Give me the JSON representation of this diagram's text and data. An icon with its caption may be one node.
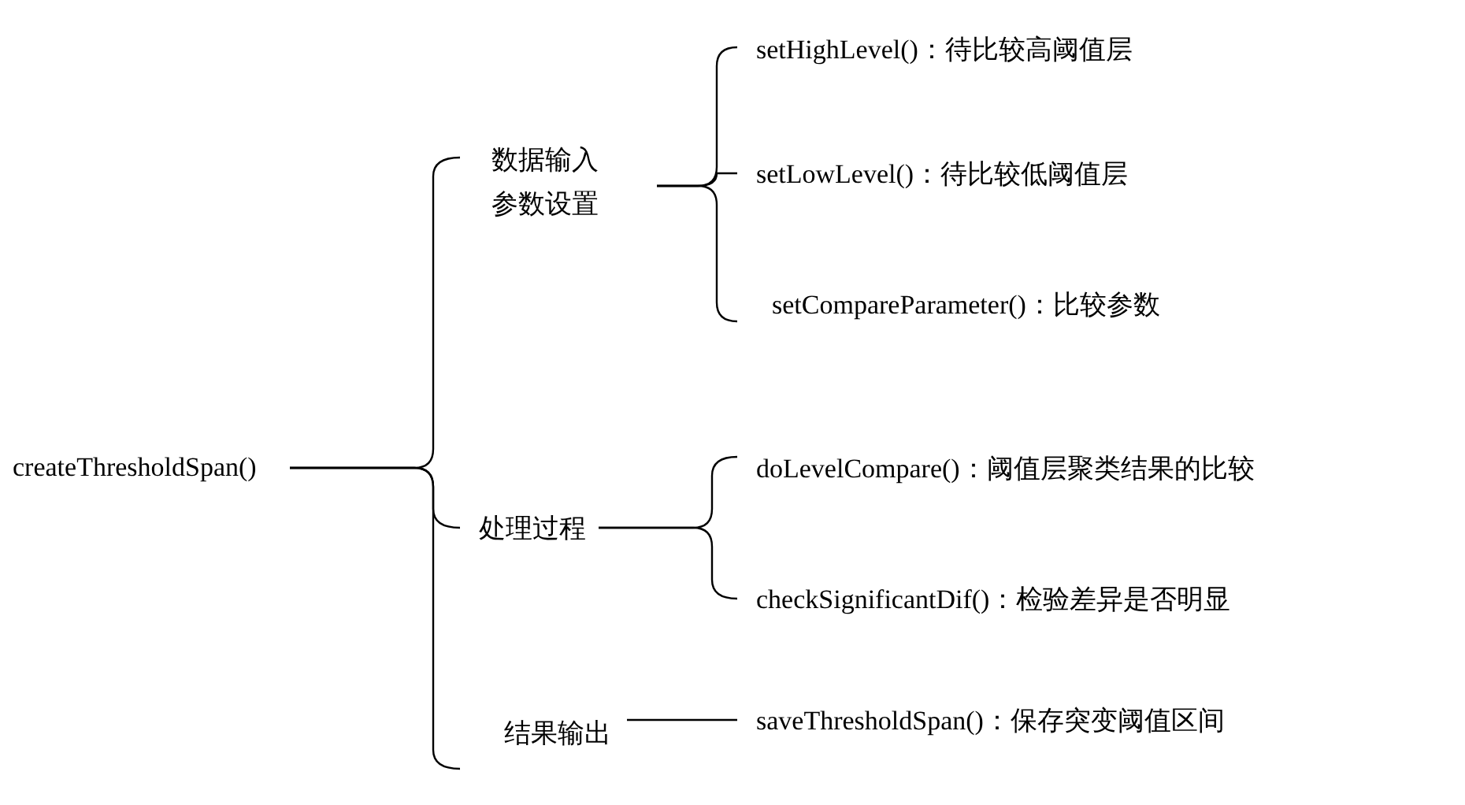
{
  "diagram": {
    "nodes": [
      {
        "text": [
          "createThresholdSpan()"
        ]
      },
      {
        "text": [
          "数据输入参数设置"
        ]
      },
      {
        "text": [
          "setHighLevel()：待比较高阈值层"
        ]
      },
      {
        "text": [
          "setLowLevel()：待比较低阈值层"
        ]
      },
      {
        "text": [
          "setCompareParameter()：比较参数"
        ]
      },
      {
        "text": [
          "处理过程"
        ]
      },
      {
        "text": [
          "doLevelCompare()：阈值层聚类结果的比较"
        ]
      },
      {
        "text": [
          "checkSignificantDif()：检验差异是否明显"
        ]
      },
      {
        "text": [
          "结果输出"
        ]
      },
      {
        "text": [
          "saveThresholdSpan()：保存突变阈值区间"
        ]
      }
    ],
    "edges": [
      {
        "from": 0,
        "to": 1,
        "arrow": "none"
      },
      {
        "from": 0,
        "to": 5,
        "arrow": "none"
      },
      {
        "from": 0,
        "to": 8,
        "arrow": "none"
      },
      {
        "from": 1,
        "to": 2,
        "arrow": "none"
      },
      {
        "from": 1,
        "to": 3,
        "arrow": "none"
      },
      {
        "from": 1,
        "to": 4,
        "arrow": "none"
      },
      {
        "from": 5,
        "to": 6,
        "arrow": "none"
      },
      {
        "from": 5,
        "to": 7,
        "arrow": "none"
      },
      {
        "from": 8,
        "to": 9,
        "arrow": "none"
      }
    ]
  }
}
